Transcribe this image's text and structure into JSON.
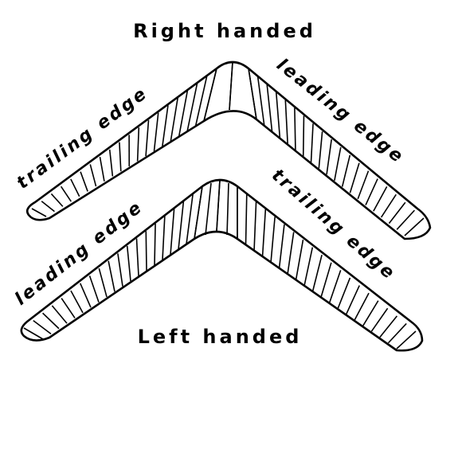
{
  "diagram": {
    "right_handed": {
      "title": "Right handed",
      "left_arm_label": "trailing edge",
      "right_arm_label": "leading edge"
    },
    "left_handed": {
      "title": "Left handed",
      "left_arm_label": "leading edge",
      "right_arm_label": "trailing edge"
    }
  }
}
